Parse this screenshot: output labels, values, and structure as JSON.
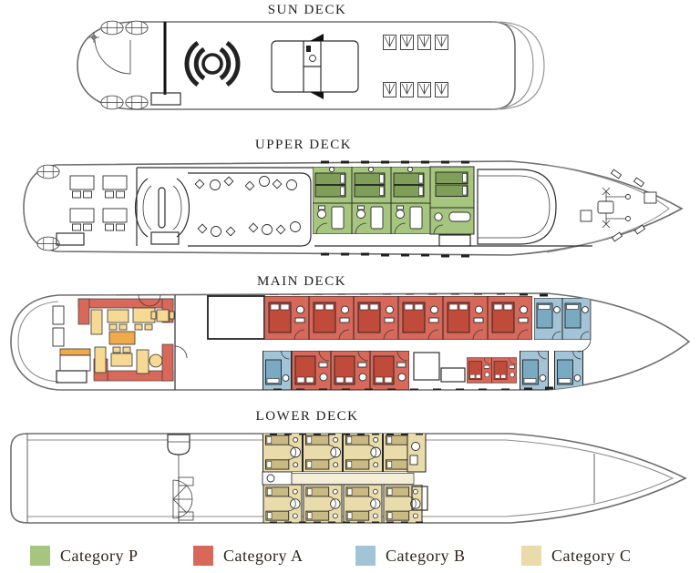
{
  "decks": [
    {
      "label": "SUN DECK"
    },
    {
      "label": "UPPER DECK"
    },
    {
      "label": "MAIN DECK"
    },
    {
      "label": "LOWER DECK"
    }
  ],
  "legend": {
    "items": [
      {
        "label": "Category P",
        "color": "#a6c57e"
      },
      {
        "label": "Category A",
        "color": "#d8695a"
      },
      {
        "label": "Category B",
        "color": "#a3c4d7"
      },
      {
        "label": "Category C",
        "color": "#e9dbaa"
      }
    ]
  },
  "colors": {
    "catP": "#a6c57e",
    "catPd": "#7f9e58",
    "catA": "#d8695a",
    "catAd": "#c14b3b",
    "catB": "#a3c4d7",
    "catBd": "#7aa9c2",
    "catC": "#e9dbaa",
    "catCd": "#c9b983",
    "corr": "#f4eed6",
    "tan": "#f6d992",
    "orange": "#f0aa4c"
  }
}
